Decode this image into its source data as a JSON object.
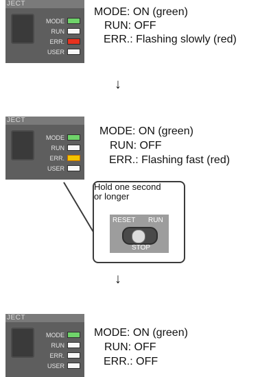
{
  "panels": [
    {
      "top_label": "JECT",
      "leds": [
        {
          "label": "MODE",
          "color": "green"
        },
        {
          "label": "RUN",
          "color": "white"
        },
        {
          "label": "ERR.",
          "color": "red"
        },
        {
          "label": "USER",
          "color": "white"
        }
      ],
      "status": {
        "mode": "MODE: ON (green)",
        "run": "RUN: OFF",
        "err": "ERR.: Flashing slowly (red)"
      }
    },
    {
      "top_label": "JECT",
      "leds": [
        {
          "label": "MODE",
          "color": "green"
        },
        {
          "label": "RUN",
          "color": "white"
        },
        {
          "label": "ERR.",
          "color": "yellow"
        },
        {
          "label": "USER",
          "color": "white"
        }
      ],
      "status": {
        "mode": "MODE: ON (green)",
        "run": "RUN: OFF",
        "err": "ERR.: Flashing fast (red)"
      }
    },
    {
      "top_label": "JECT",
      "leds": [
        {
          "label": "MODE",
          "color": "green"
        },
        {
          "label": "RUN",
          "color": "white"
        },
        {
          "label": "ERR.",
          "color": "white"
        },
        {
          "label": "USER",
          "color": "white"
        }
      ],
      "status": {
        "mode": "MODE: ON (green)",
        "run": "RUN: OFF",
        "err": "ERR.: OFF"
      }
    }
  ],
  "arrow": "↓",
  "callout": {
    "text_line1": "Hold one second",
    "text_line2": "or longer",
    "switch": {
      "reset": "RESET",
      "run": "RUN",
      "stop": "STOP"
    }
  }
}
